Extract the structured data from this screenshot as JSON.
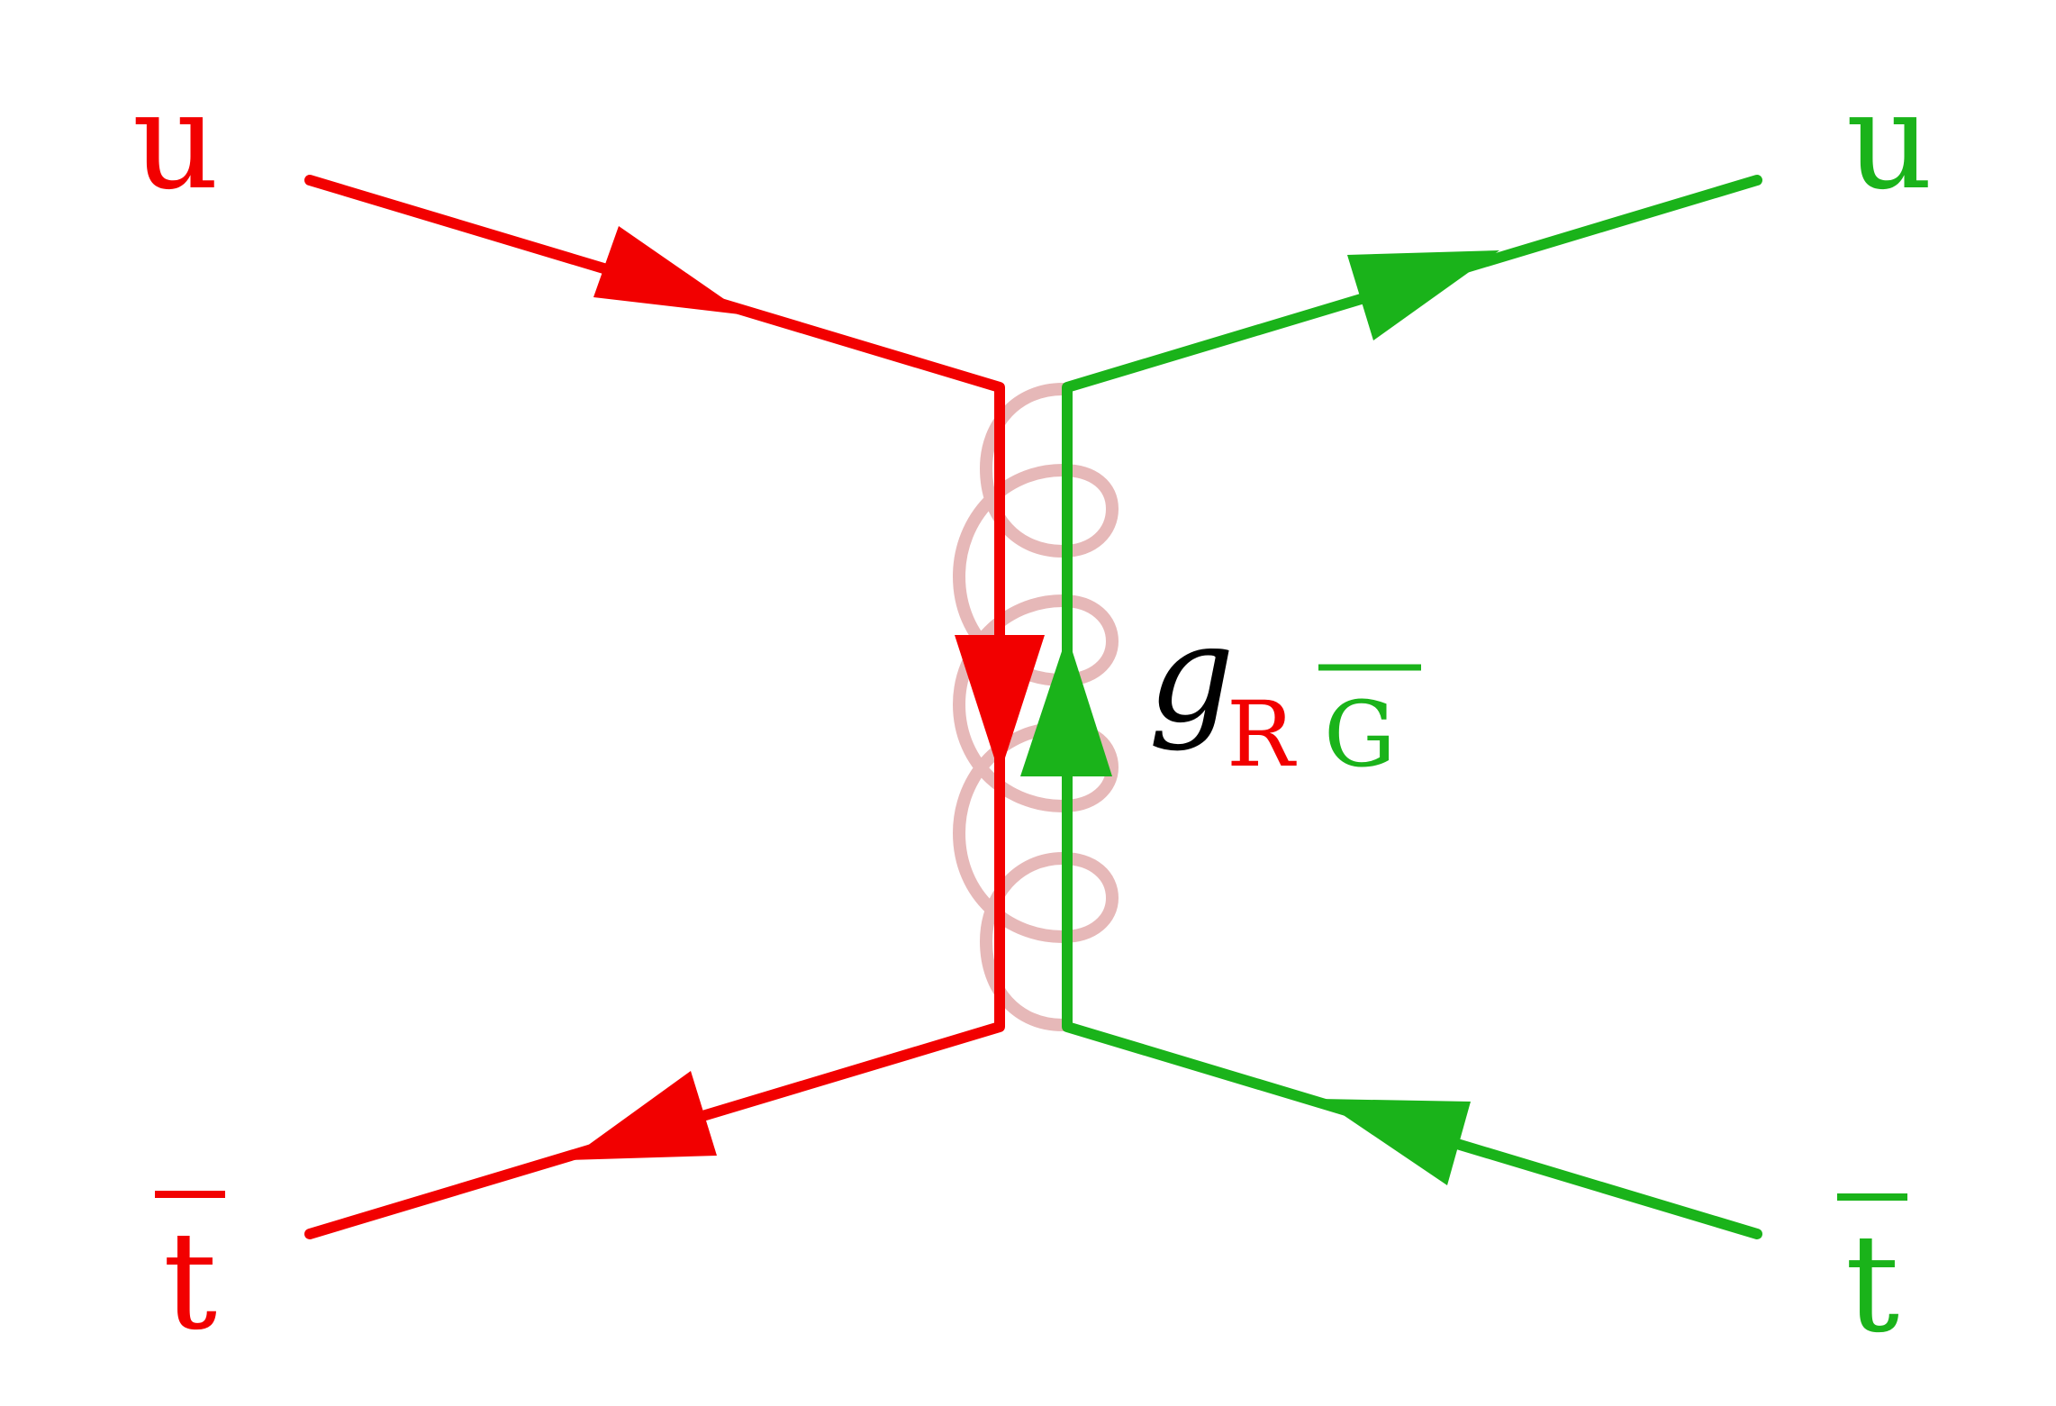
{
  "labels": {
    "top_left": "u",
    "top_right": "u",
    "bottom_left": "t",
    "bottom_right": "t",
    "gluon_symbol": "g",
    "gluon_sub_red": "R",
    "gluon_sub_green": "G"
  },
  "colors": {
    "red": "#f20000",
    "green": "#1ab31a",
    "gluon": "#e6b8b8",
    "text": "#000000"
  }
}
